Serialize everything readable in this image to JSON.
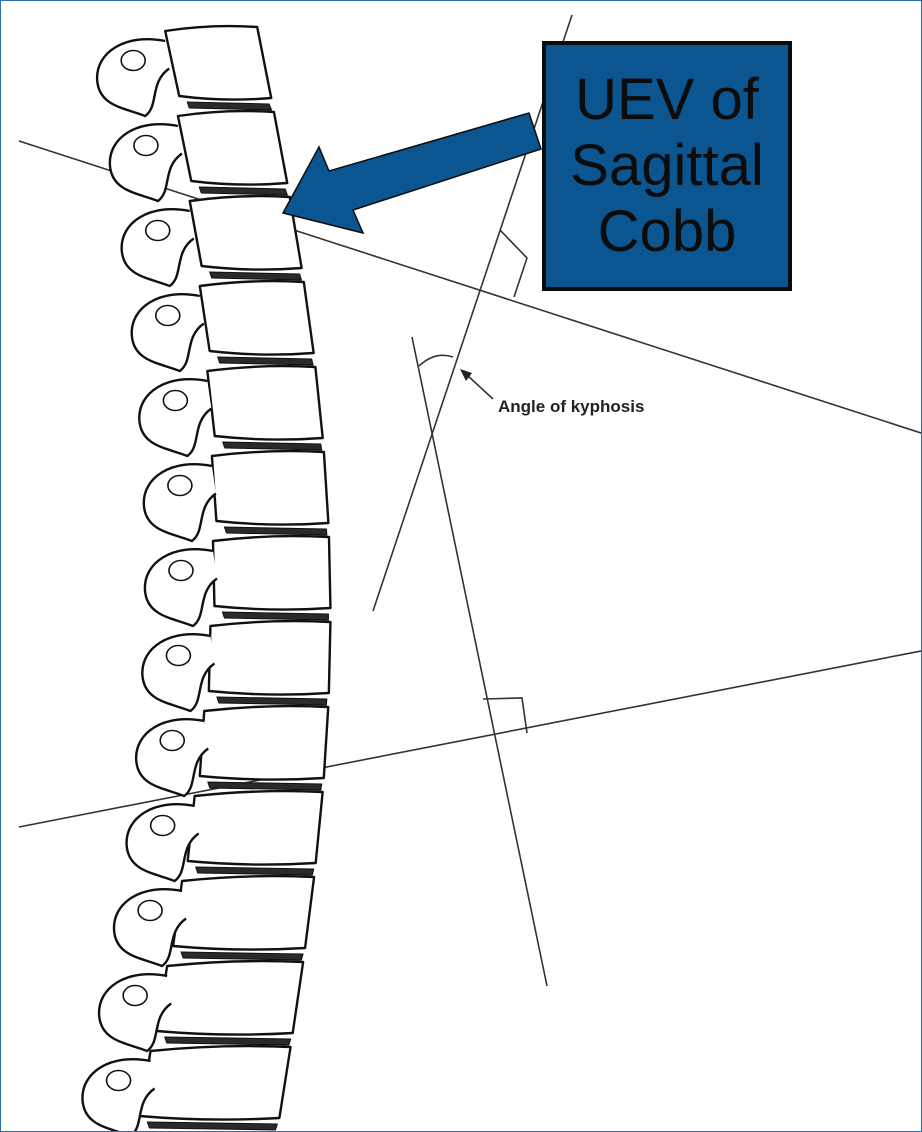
{
  "callout": {
    "text": "UEV of\nSagittal\nCobb",
    "box_color": "#0b5591",
    "text_color": "#0c0c0c",
    "arrow_color": "#0b5591"
  },
  "annotation": {
    "text": "Angle of kyphosis"
  },
  "illustration": {
    "subject": "lateral view thoracic spine line drawing",
    "vertebra_count": 13
  }
}
